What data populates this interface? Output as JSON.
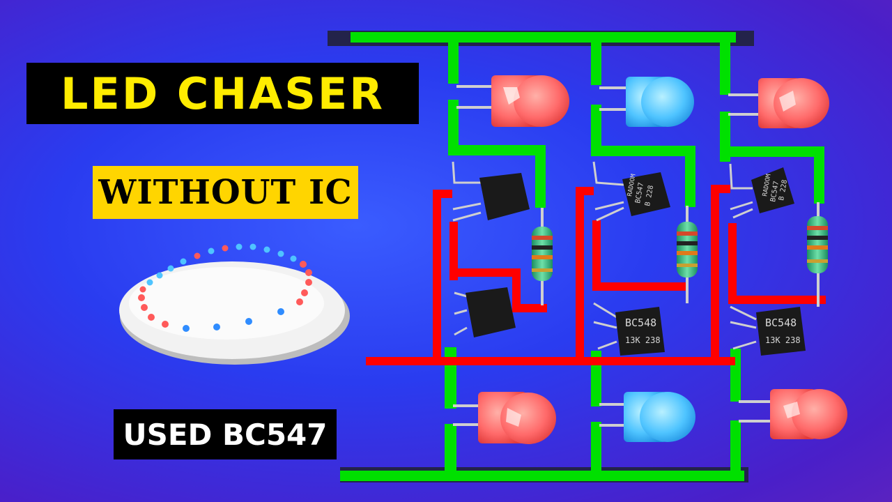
{
  "title": "LED CHASER",
  "subtitle": "WITHOUT IC",
  "footer": "USED BC547",
  "colors": {
    "title_text": "#ffec00",
    "subtitle_bg": "#ffd500",
    "wire_supply": "#00e000",
    "wire_signal": "#ff0000",
    "led_red": "#ff6a6a",
    "led_blue": "#4fc4ff"
  },
  "transistor_marks": {
    "upper": {
      "line1": "RADOOM",
      "line2": "BC547",
      "line3": "B 228"
    },
    "lower": {
      "line1": "BC548",
      "line2": "13K 238"
    }
  }
}
